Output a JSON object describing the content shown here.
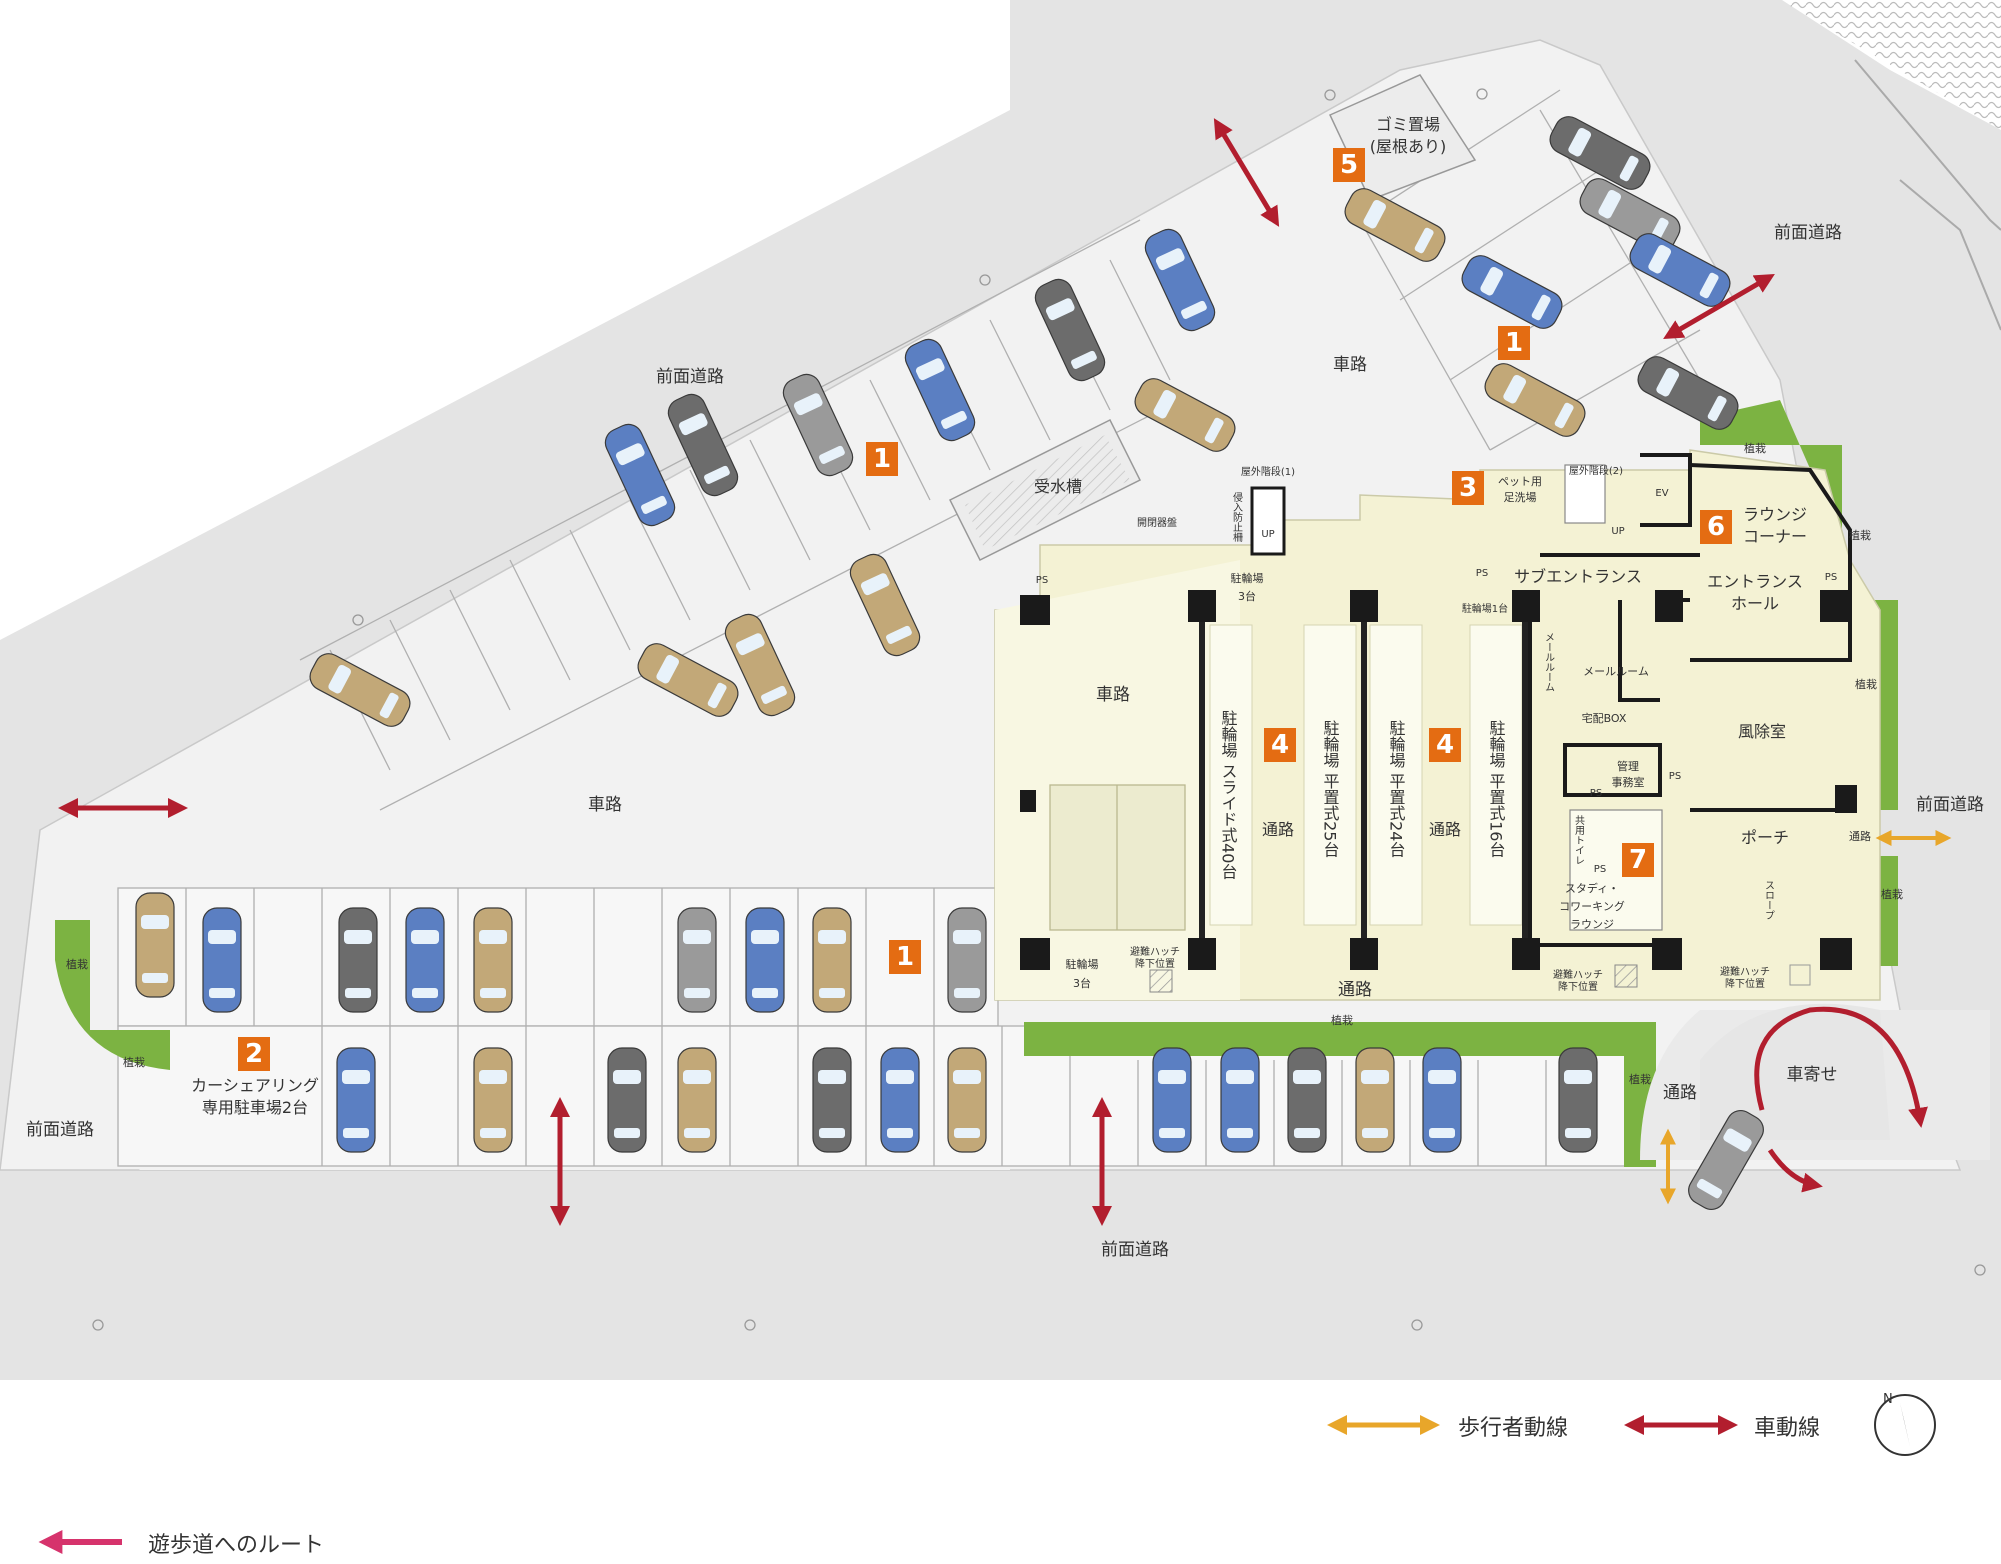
{
  "roads": {
    "front_road": "前面道路",
    "driveway": "車路",
    "passage": "通路"
  },
  "site_labels": {
    "water_tank": "受水槽",
    "opener_panel": "開閉器盤",
    "garbage": "ゴミ置場",
    "garbage_note": "(屋根あり)",
    "pet_wash_1": "ペット用",
    "pet_wash_2": "足洗場",
    "outdoor_stair_1": "屋外階段(1)",
    "outdoor_stair_2": "屋外階段(2)",
    "intrusion_fence": "侵入防止柵",
    "lounge_1": "ラウンジ",
    "lounge_2": "コーナー",
    "sub_entrance": "サブエントランス",
    "entrance_hall_1": "エントランス",
    "entrance_hall_2": "ホール",
    "mail_room": "メールルーム",
    "mail_room_vertical": "メールルーム",
    "delivery_box": "宅配BOX",
    "windbreak": "風除室",
    "office_1": "管理",
    "office_2": "事務室",
    "toilet": "共用トイレ",
    "porch": "ポーチ",
    "slope": "スロープ",
    "study_1": "スタディ・",
    "study_2": "コワーキング",
    "study_3": "ラウンジ",
    "evac_hatch_1": "避難ハッチ",
    "evac_hatch_2": "降下位置",
    "carshare_1": "カーシェアリング",
    "carshare_2": "専用駐車場2台",
    "vehicle_stop": "車寄せ",
    "planting": "植栽",
    "ev": "EV",
    "ps": "PS",
    "up": "UP",
    "bike_3_1": "駐輪場",
    "bike_3_2": "3台",
    "bike_1": "駐輪場1台",
    "bike_slide_40": "駐輪場 スライド式40台",
    "bike_flat_25": "駐輪場 平置式25台",
    "bike_flat_24": "駐輪場 平置式24台",
    "bike_flat_16": "駐輪場 平置式16台"
  },
  "badges": [
    "1",
    "2",
    "3",
    "4",
    "5",
    "6",
    "7"
  ],
  "legend": {
    "pedestrian": "歩行者動線",
    "vehicle": "車動線",
    "promenade_route": "遊歩道へのルート"
  },
  "colors": {
    "badge": "#e46c12",
    "planting": "#7cb342",
    "building": "#f4f2d4",
    "road": "#e4e4e4",
    "vehicle_arrow": "#b21e2e",
    "pedestrian_arrow": "#e8a62a",
    "promenade_arrow": "#d6336c"
  }
}
